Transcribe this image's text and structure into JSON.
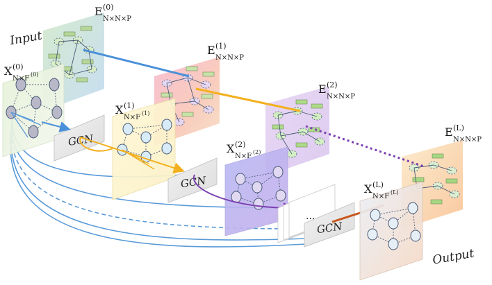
{
  "labels": {
    "input": "Input",
    "output": "Output",
    "gcn": "GCN"
  },
  "node_layers": [
    {
      "sup": "(0)",
      "sub": "N×F",
      "subsup": "(0)"
    },
    {
      "sup": "(1)",
      "sub": "N×F",
      "subsup": "(1)"
    },
    {
      "sup": "(2)",
      "sub": "N×F",
      "subsup": "(2)"
    },
    {
      "sup": "(L)",
      "sub": "N×F",
      "subsup": "(L)"
    }
  ],
  "edge_layers": [
    {
      "sup": "(0)",
      "sub": "N×N×P"
    },
    {
      "sup": "(1)",
      "sub": "N×N×P"
    },
    {
      "sup": "(2)",
      "sub": "N×N×P"
    },
    {
      "sup": "(L)",
      "sub": "N×N×P"
    }
  ],
  "symbols": {
    "node": "X",
    "edge": "E",
    "ellipsis": "..."
  },
  "colors": {
    "layer0": "#4a90d9",
    "layer1": "#f2b01e",
    "layer2": "#7b3fb0",
    "layerL": "#c8561c"
  }
}
